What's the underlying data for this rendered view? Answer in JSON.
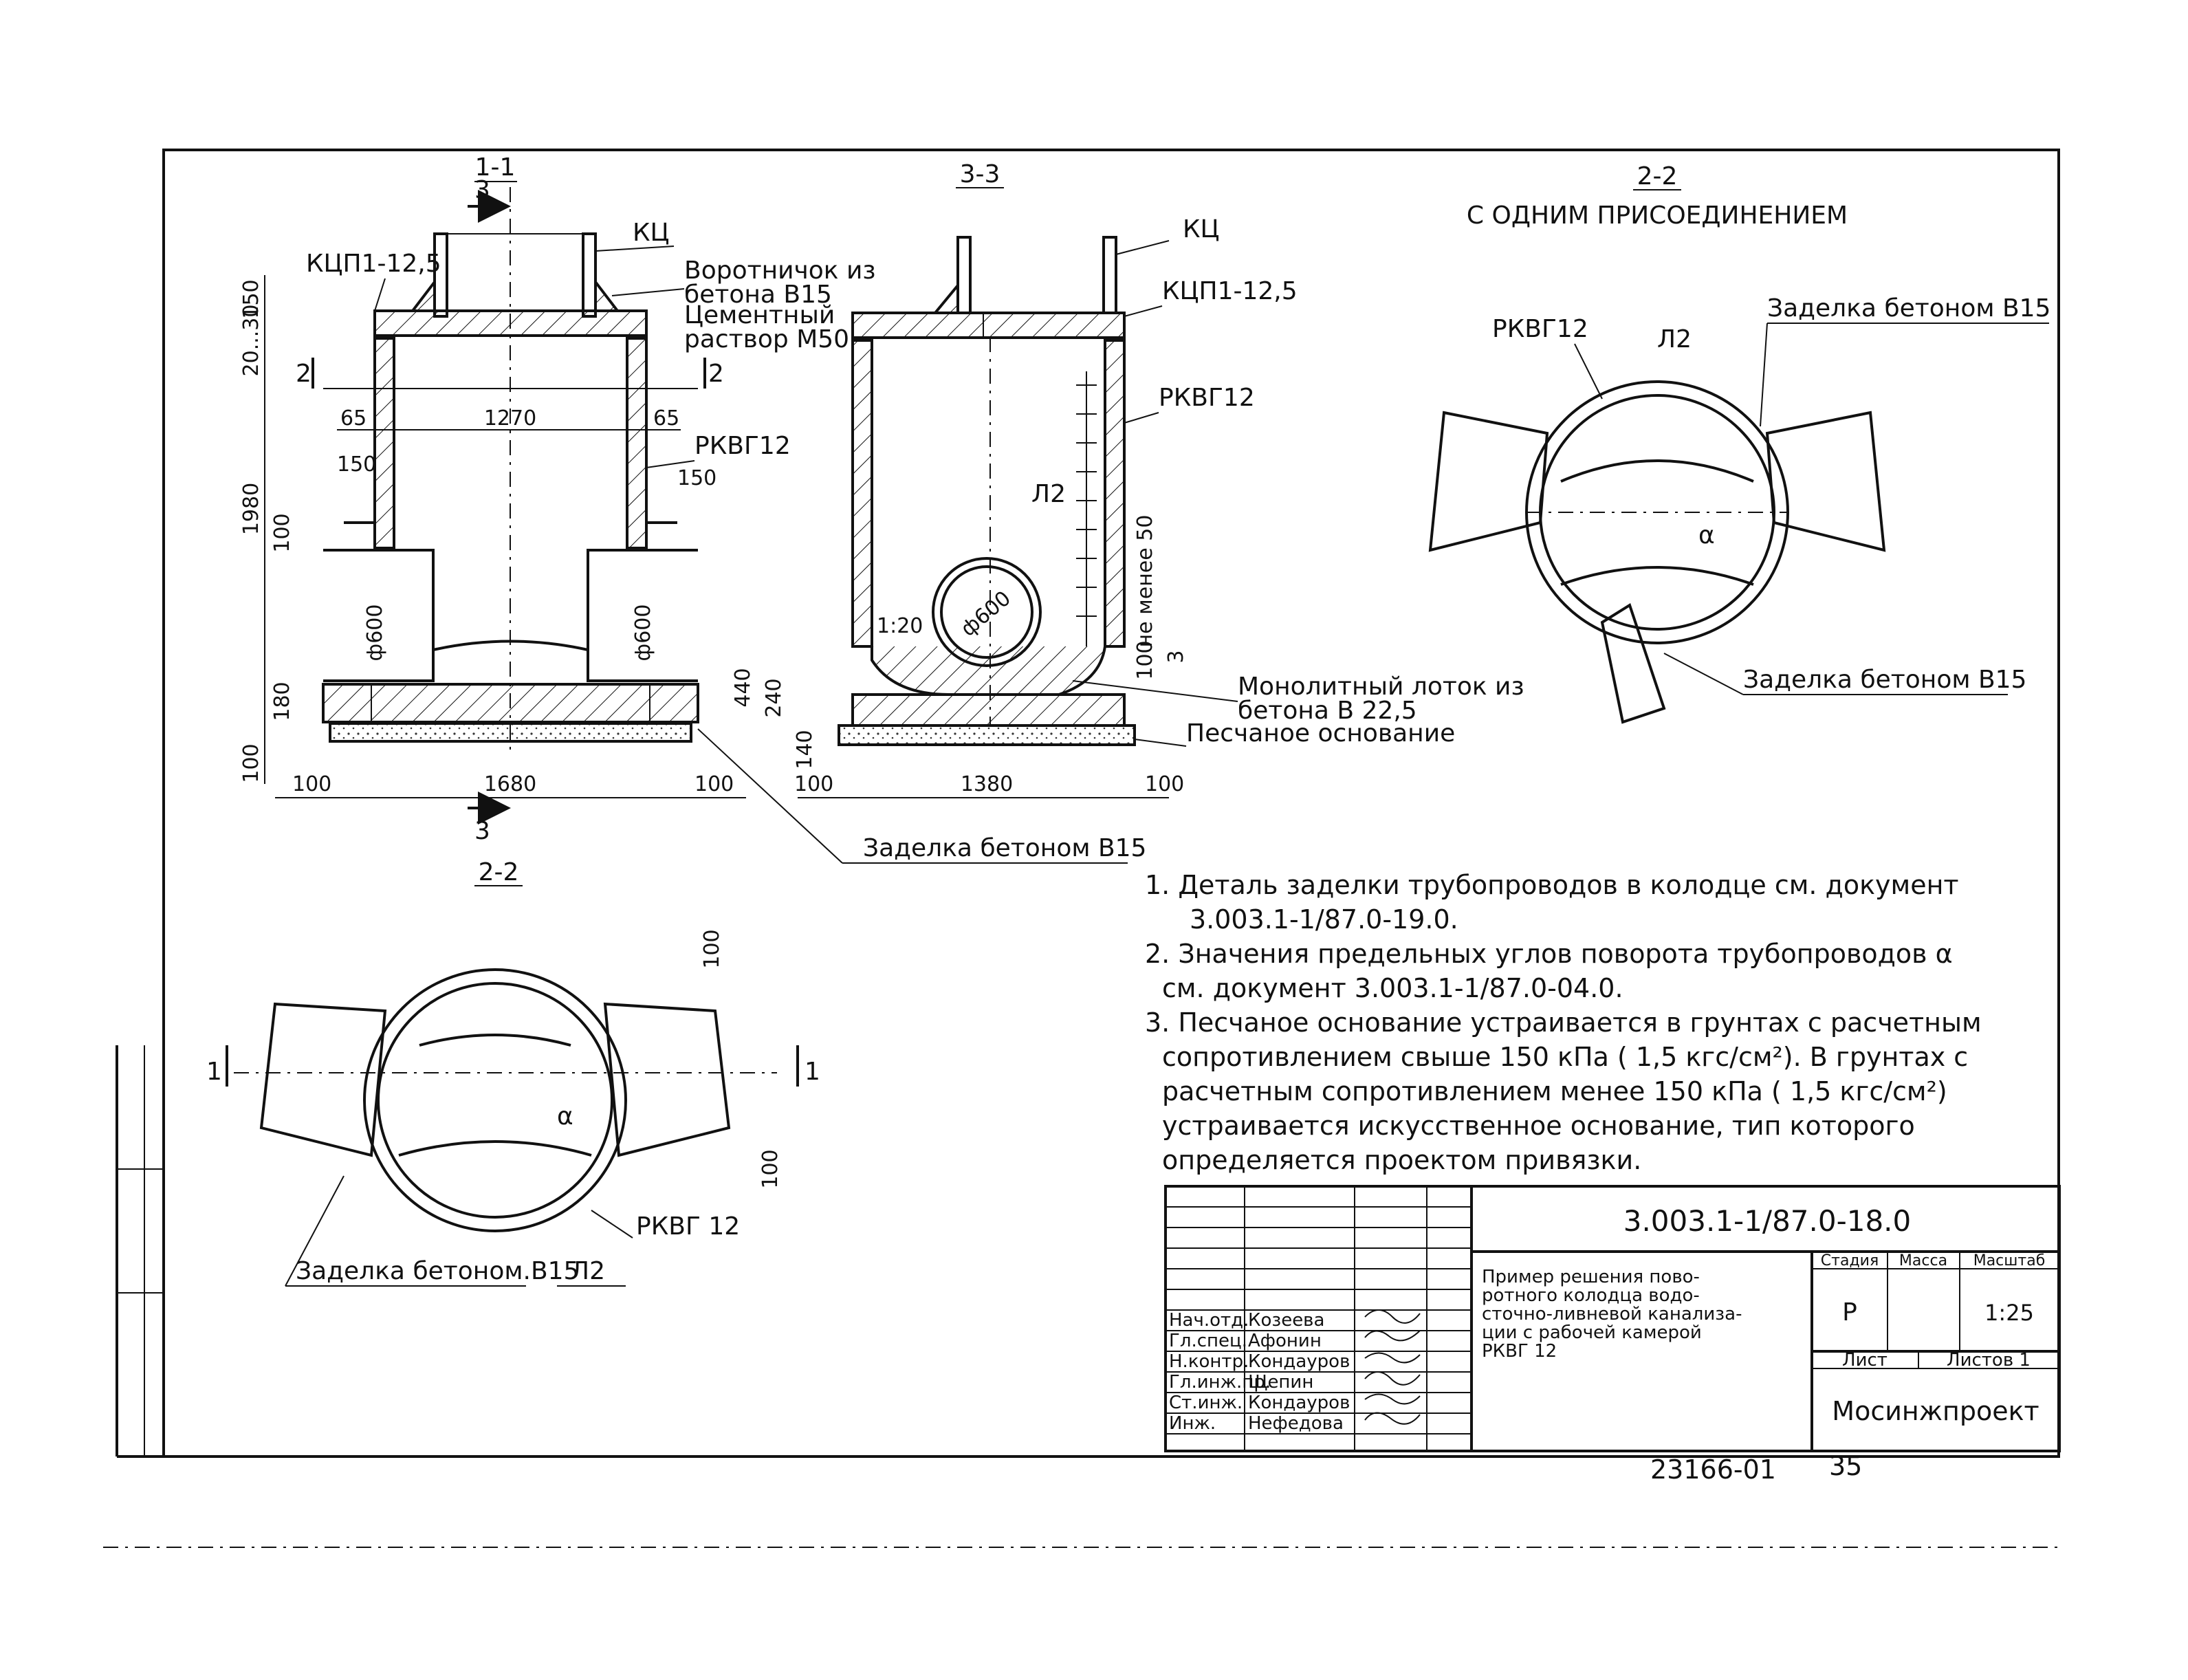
{
  "sections": {
    "s11": "1-1",
    "s33": "3-3",
    "s22_top": "2-2",
    "s22_sub": "С ОДНИМ ПРИСОЕДИНЕНИЕМ",
    "s22_bottom": "2-2",
    "cut3": "3",
    "cut2": "2",
    "cut1": "1"
  },
  "labels": {
    "kc": "КЦ",
    "kcp": "КЦП1-12,5",
    "collar_1": "Воротничок из",
    "collar_2": "бетона В15",
    "mortar_1": "Цементный",
    "mortar_2": "раствор М50",
    "rkvg": "РКВГ12",
    "rkvg_spaced": "РКВГ 12",
    "l2": "Л2",
    "tray_1": "Монолитный лоток из",
    "tray_2": "бетона В 22,5",
    "sand": "Песчаное основание",
    "seal": "Заделка бетоном В15",
    "seal_dot": "Заделка бетоном.В15",
    "alpha": "α",
    "slope": "1:20",
    "not_less": "не менее 50"
  },
  "dims": {
    "d150": "150",
    "d20_30": "20...30",
    "d1980": "1980",
    "d65a": "65",
    "d65b": "65",
    "d1270": "1270",
    "d150b": "150",
    "d150c": "150",
    "d100a": "100",
    "d600a": "ф600",
    "d600b": "ф600",
    "d600c": "ф600",
    "d180": "180",
    "d100b": "100",
    "d100c": "100",
    "d1680": "1680",
    "d100d": "100",
    "d440": "440",
    "d240": "240",
    "d140": "140",
    "d1380": "1380",
    "d100e": "100",
    "d100f": "100",
    "d3": "3",
    "d100g": "100",
    "d100h": "100"
  },
  "notes": [
    "1. Деталь заделки трубопроводов в колодце см. документ",
    "3.003.1-1/87.0-19.0.",
    "2. Значения предельных углов поворота трубопроводов α",
    "см. документ 3.003.1-1/87.0-04.0.",
    "3. Песчаное основание устраивается в грунтах с расчетным",
    "сопротивлением свыше 150 кПа ( 1,5 кгс/см²). В грунтах с",
    "расчетным сопротивлением менее 150 кПа ( 1,5 кгс/см²)",
    "устраивается искусственное основание, тип которого",
    "определяется проектом привязки."
  ],
  "title_block": {
    "doc_code": "3.003.1-1/87.0-18.0",
    "title_lines": [
      "Пример решения пово-",
      "ротного колодца водо-",
      "сточно-ливневой канализа-",
      "ции с рабочей камерой",
      "РКВГ 12"
    ],
    "stage_hdr": "Стадия",
    "mass_hdr": "Масса",
    "scale_hdr": "Масштаб",
    "stage": "Р",
    "scale": "1:25",
    "sheet_hdr": "Лист",
    "sheets_hdr": "Листов 1",
    "org": "Мосинжпроект",
    "staff": [
      {
        "role": "Нач.отд.",
        "name": "Козеева"
      },
      {
        "role": "Гл.спец.",
        "name": "Афонин"
      },
      {
        "role": "Н.контр.",
        "name": "Кондауров"
      },
      {
        "role": "Гл.инж.пр.",
        "name": "Щепин"
      },
      {
        "role": "Ст.инж.",
        "name": "Кондауров"
      },
      {
        "role": "Инж.",
        "name": "Нефедова"
      }
    ],
    "archive_no": "23166-01",
    "page_no": "35"
  }
}
